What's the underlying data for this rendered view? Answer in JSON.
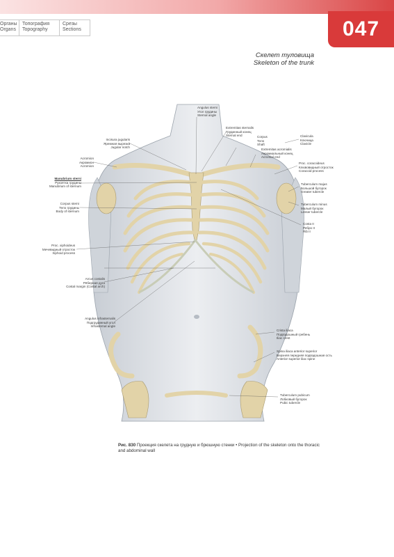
{
  "header": {
    "tabs": [
      {
        "ru": "Органы",
        "en": "Organs"
      },
      {
        "ru": "Топография",
        "en": "Topography"
      },
      {
        "ru": "Срезы",
        "en": "Sections"
      }
    ],
    "page_number": "047"
  },
  "section": {
    "title_ru": "Скелет туловища",
    "title_en": "Skeleton of the trunk"
  },
  "labels": {
    "angulus_sterni": {
      "la": "Angulus sterni",
      "ru": "Угол грудины",
      "en": "Sternal angle"
    },
    "extremitas_sternalis": {
      "la": "Extremitas sternalis",
      "ru": "Грудинный конец",
      "en": "Sternal end"
    },
    "corpus": {
      "la": "Corpus",
      "ru": "Тело",
      "en": "Shaft"
    },
    "extremitas_acromialis": {
      "la": "Extremitas acromialis",
      "ru": "Акромиальный конец",
      "en": "Acromial end"
    },
    "clavicula": {
      "la": "Clavicula",
      "ru": "Ключица",
      "en": "Clavicle"
    },
    "incisura_jugularis": {
      "la": "Incisura jugularis",
      "ru": "Яремная вырезка",
      "en": "Jugular notch"
    },
    "acromion": {
      "la": "Acromion",
      "ru": "Акромион",
      "en": "Acromion"
    },
    "manubrium_sterni": {
      "la": "Manubrium sterni",
      "ru": "Рукоятка грудины",
      "en": "Manubrium of sternum"
    },
    "proc_coracoideus": {
      "la": "Proc. coracoideus",
      "ru": "Клювовидный отросток",
      "en": "Coracoid process"
    },
    "tuberculum_majus": {
      "la": "Tuberculum majus",
      "ru": "Большой бугорок",
      "en": "Greater tubercle"
    },
    "corpus_sterni": {
      "la": "Corpus sterni",
      "ru": "Тело грудины",
      "en": "Body of sternum"
    },
    "tuberculum_minus": {
      "la": "Tuberculum minus",
      "ru": "Малый бугорок",
      "en": "Lesser tubercle"
    },
    "costa_ii": {
      "la": "Costa II",
      "ru": "Ребро II",
      "en": "Rib II"
    },
    "proc_xiphoideus": {
      "la": "Proc. xiphoideus",
      "ru": "Мечевидный отросток",
      "en": "Xiphoid process"
    },
    "arcus_costalis": {
      "la": "Arcus costalis",
      "ru": "Рёберная дуга",
      "en": "Costal margin (Costal arch)"
    },
    "angulus_infrasternalis": {
      "la": "Angulus infrasternalis",
      "ru": "Подгрудинный угол",
      "en": "Infrasternal angle"
    },
    "crista_iliaca": {
      "la": "Crista iliaca",
      "ru": "Подвздошный гребень",
      "en": "Iliac crest"
    },
    "spina_iliaca": {
      "la": "Spina iliaca anterior superior",
      "ru": "Верхняя передняя подвздошная ость",
      "en": "Anterior superior iliac spine"
    },
    "tuberculum_pubicum": {
      "la": "Tuberculum pubicum",
      "ru": "Лобковый бугорок",
      "en": "Pubic tubercle"
    }
  },
  "caption": {
    "figure_no": "Рис. 830",
    "text": "Проекция скелета на грудную и брюшную стенки • Projection of the skeleton onto the thoracic and abdominal wall"
  },
  "colors": {
    "accent": "#d93a3a",
    "bone": "#e2d3a8",
    "skin": "#d9dde2"
  }
}
